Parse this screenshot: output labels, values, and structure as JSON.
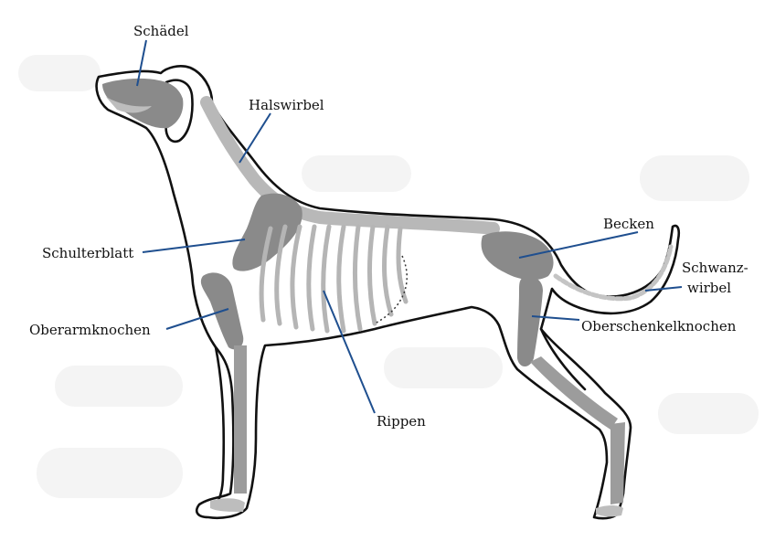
{
  "labels": {
    "skull": "Schädel",
    "cervical": "Halswirbel",
    "scapula": "Schulterblatt",
    "humerus": "Oberarmknochen",
    "ribs": "Rippen",
    "pelvis": "Becken",
    "tail_line1": "Schwanz-",
    "tail_line2": "wirbel",
    "femur": "Oberschenkelknochen"
  },
  "colors": {
    "pointer": "#1f4f8f",
    "bone": "#8a8a8a",
    "outline": "#111111"
  }
}
